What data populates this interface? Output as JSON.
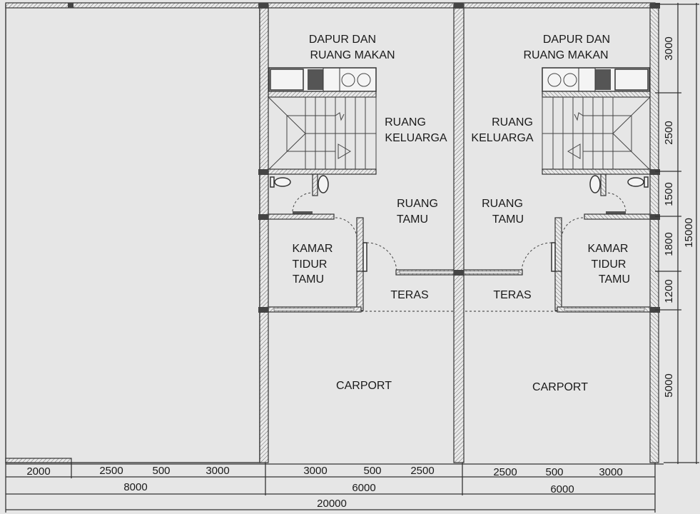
{
  "rooms": {
    "left": {
      "dapur_1": "DAPUR DAN",
      "dapur_2": "RUANG MAKAN",
      "keluarga_1": "RUANG",
      "keluarga_2": "KELUARGA",
      "tamu_1": "RUANG",
      "tamu_2": "TAMU",
      "kamar_1": "KAMAR",
      "kamar_2": "TIDUR",
      "kamar_3": "TAMU",
      "teras": "TERAS",
      "carport": "CARPORT"
    },
    "right": {
      "dapur_1": "DAPUR DAN",
      "dapur_2": "RUANG MAKAN",
      "keluarga_1": "RUANG",
      "keluarga_2": "KELUARGA",
      "tamu_1": "RUANG",
      "tamu_2": "TAMU",
      "kamar_1": "KAMAR",
      "kamar_2": "TIDUR",
      "kamar_3": "TAMU",
      "teras": "TERAS",
      "carport": "CARPORT"
    }
  },
  "dimensions": {
    "bottom_row1": [
      "2000",
      "2500",
      "500",
      "3000",
      "3000",
      "500",
      "2500",
      "2500",
      "500",
      "3000"
    ],
    "bottom_row2": [
      "8000",
      "6000",
      "6000"
    ],
    "bottom_total": "20000",
    "right_segments": [
      "3000",
      "2500",
      "1500",
      "1800",
      "1200",
      "5000"
    ],
    "right_total": "15000"
  }
}
